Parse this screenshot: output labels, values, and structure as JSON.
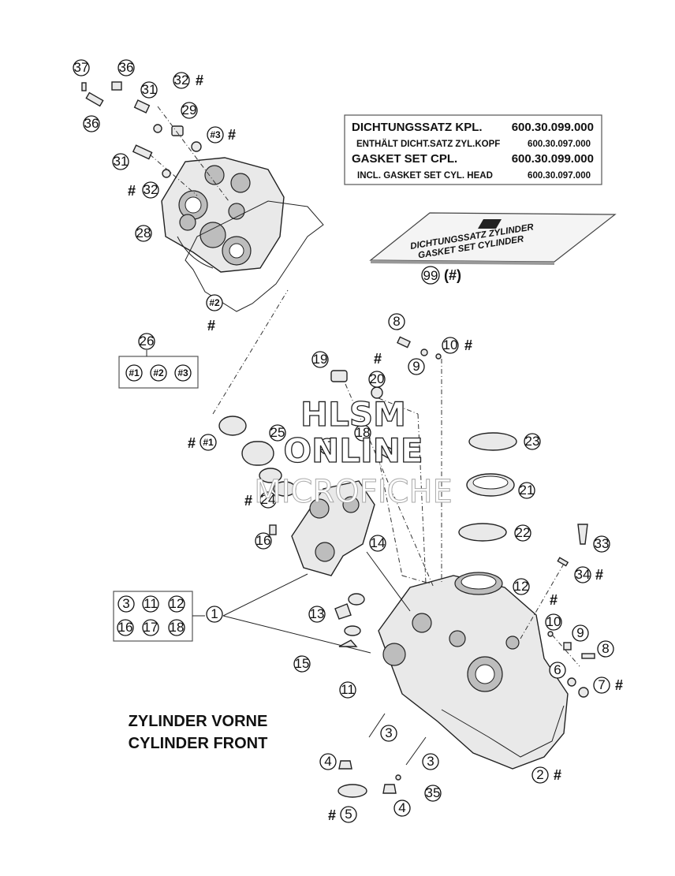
{
  "info_box": {
    "line1": "DICHTUNGSSATZ KPL.",
    "line1_no": "600.30.099.000",
    "line2": "ENTHÄLT DICHT.SATZ ZYL.KOPF",
    "line2_no": "600.30.097.000",
    "line3": "GASKET SET CPL.",
    "line3_no": "600.30.099.000",
    "line4": "INCL. GASKET SET CYL. HEAD",
    "line4_no": "600.30.097.000"
  },
  "gasket_card": {
    "line1": "DICHTUNGSSATZ ZYLINDER",
    "line2": "GASKET SET CYLINDER",
    "label": "99",
    "suffix": "(#)"
  },
  "callouts": {
    "c1": "1",
    "c2": "2",
    "c3a": "3",
    "c3b": "3",
    "c4a": "4",
    "c4b": "4",
    "c5": "5",
    "c6": "6",
    "c7": "7",
    "c8a": "8",
    "c8b": "8",
    "c9a": "9",
    "c9b": "9",
    "c10a": "10",
    "c10b": "10",
    "c11": "11",
    "c12": "12",
    "c13": "13",
    "c14": "14",
    "c15": "15",
    "c16": "16",
    "c17": "17",
    "c18": "18",
    "c19": "19",
    "c20": "20",
    "c21": "21",
    "c22": "22",
    "c23": "23",
    "c24": "24",
    "c25": "25",
    "c26": "26",
    "c28": "28",
    "c29": "29",
    "c31a": "31",
    "c31b": "31",
    "c32a": "32",
    "c32b": "32",
    "c33": "33",
    "c34": "34",
    "c35": "35",
    "c36a": "36",
    "c36b": "36",
    "c37": "37",
    "h1": "#1",
    "h2": "#2",
    "h3": "#3",
    "h1b": "#1",
    "h2b": "#2",
    "h3b": "#3"
  },
  "group_box": {
    "items": [
      "3",
      "11",
      "12",
      "16",
      "17",
      "18"
    ]
  },
  "hash_mark": "#",
  "caption": {
    "line1": "ZYLINDER VORNE",
    "line2": "CYLINDER FRONT"
  },
  "watermark": {
    "line1": "HLSM",
    "line2": "ONLINE",
    "line3": "MICROFICHE"
  }
}
